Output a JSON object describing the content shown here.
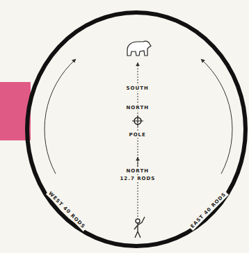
{
  "diagram": {
    "labels": [
      "SOUTH",
      "NORTH",
      "POLE",
      "NORTH",
      "12.7 RODS",
      "WEST 40 RODS",
      "EAST 40 RODS"
    ]
  }
}
